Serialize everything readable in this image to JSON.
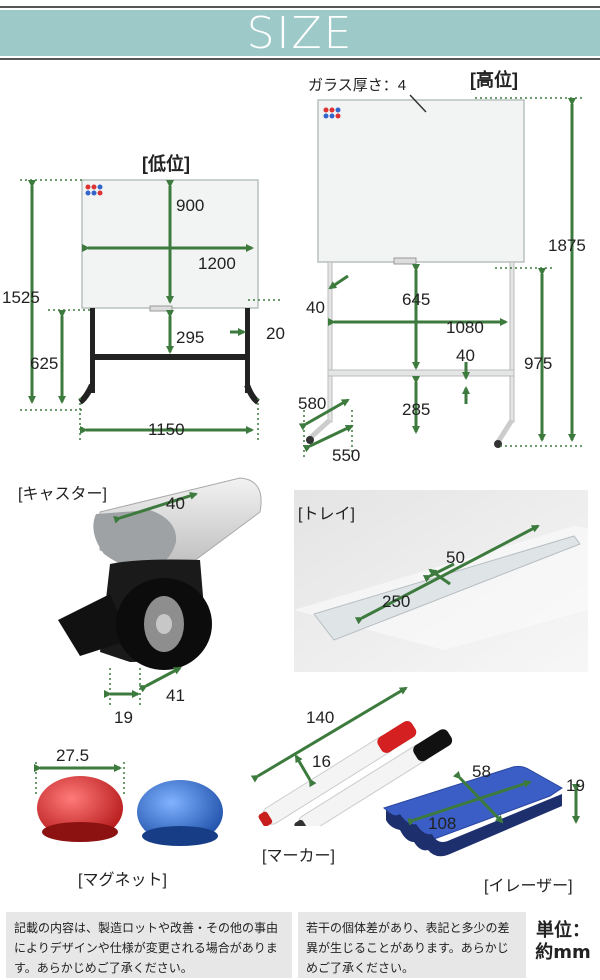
{
  "header": {
    "title": "SIZE"
  },
  "low": {
    "title": "[低位]",
    "height_total": "1525",
    "leg_height": "625",
    "board_height": "900",
    "board_width": "1200",
    "gap": "295",
    "side": "20",
    "base_width": "1150"
  },
  "high": {
    "title": "[高位]",
    "glass": "ガラス厚さ：4",
    "height_total": "1875",
    "leg_height": "975",
    "corner": "40",
    "inner_height": "645",
    "inner_width": "1080",
    "bar": "40",
    "bar_height": "285",
    "base_depth": "580",
    "base_width": "550"
  },
  "caster": {
    "title": "[キャスター]",
    "width": "40",
    "wheel_w": "19",
    "wheel_d": "41"
  },
  "tray": {
    "title": "[トレイ]",
    "depth": "50",
    "length": "250"
  },
  "magnet": {
    "title": "[マグネット]",
    "diameter": "27.5"
  },
  "marker": {
    "title": "[マーカー]",
    "length": "140",
    "diameter": "16"
  },
  "eraser": {
    "title": "[イレーザー]",
    "width": "108",
    "depth": "58",
    "height": "19"
  },
  "notes": {
    "left": "記載の内容は、製造ロットや改善・その他の事由によりデザインや仕様が変更される場合があります。あらかじめご了承ください。",
    "right": "若干の個体差があり、表記と多少の差異が生じることがあります。あらかじめご了承ください。",
    "unit_label": "単位：",
    "unit_value": "約mm"
  },
  "colors": {
    "accent": "#9ec9c9",
    "dim_line": "#3d7a3d",
    "magnet_red": "#d42a2a",
    "magnet_blue": "#2a67c8"
  }
}
